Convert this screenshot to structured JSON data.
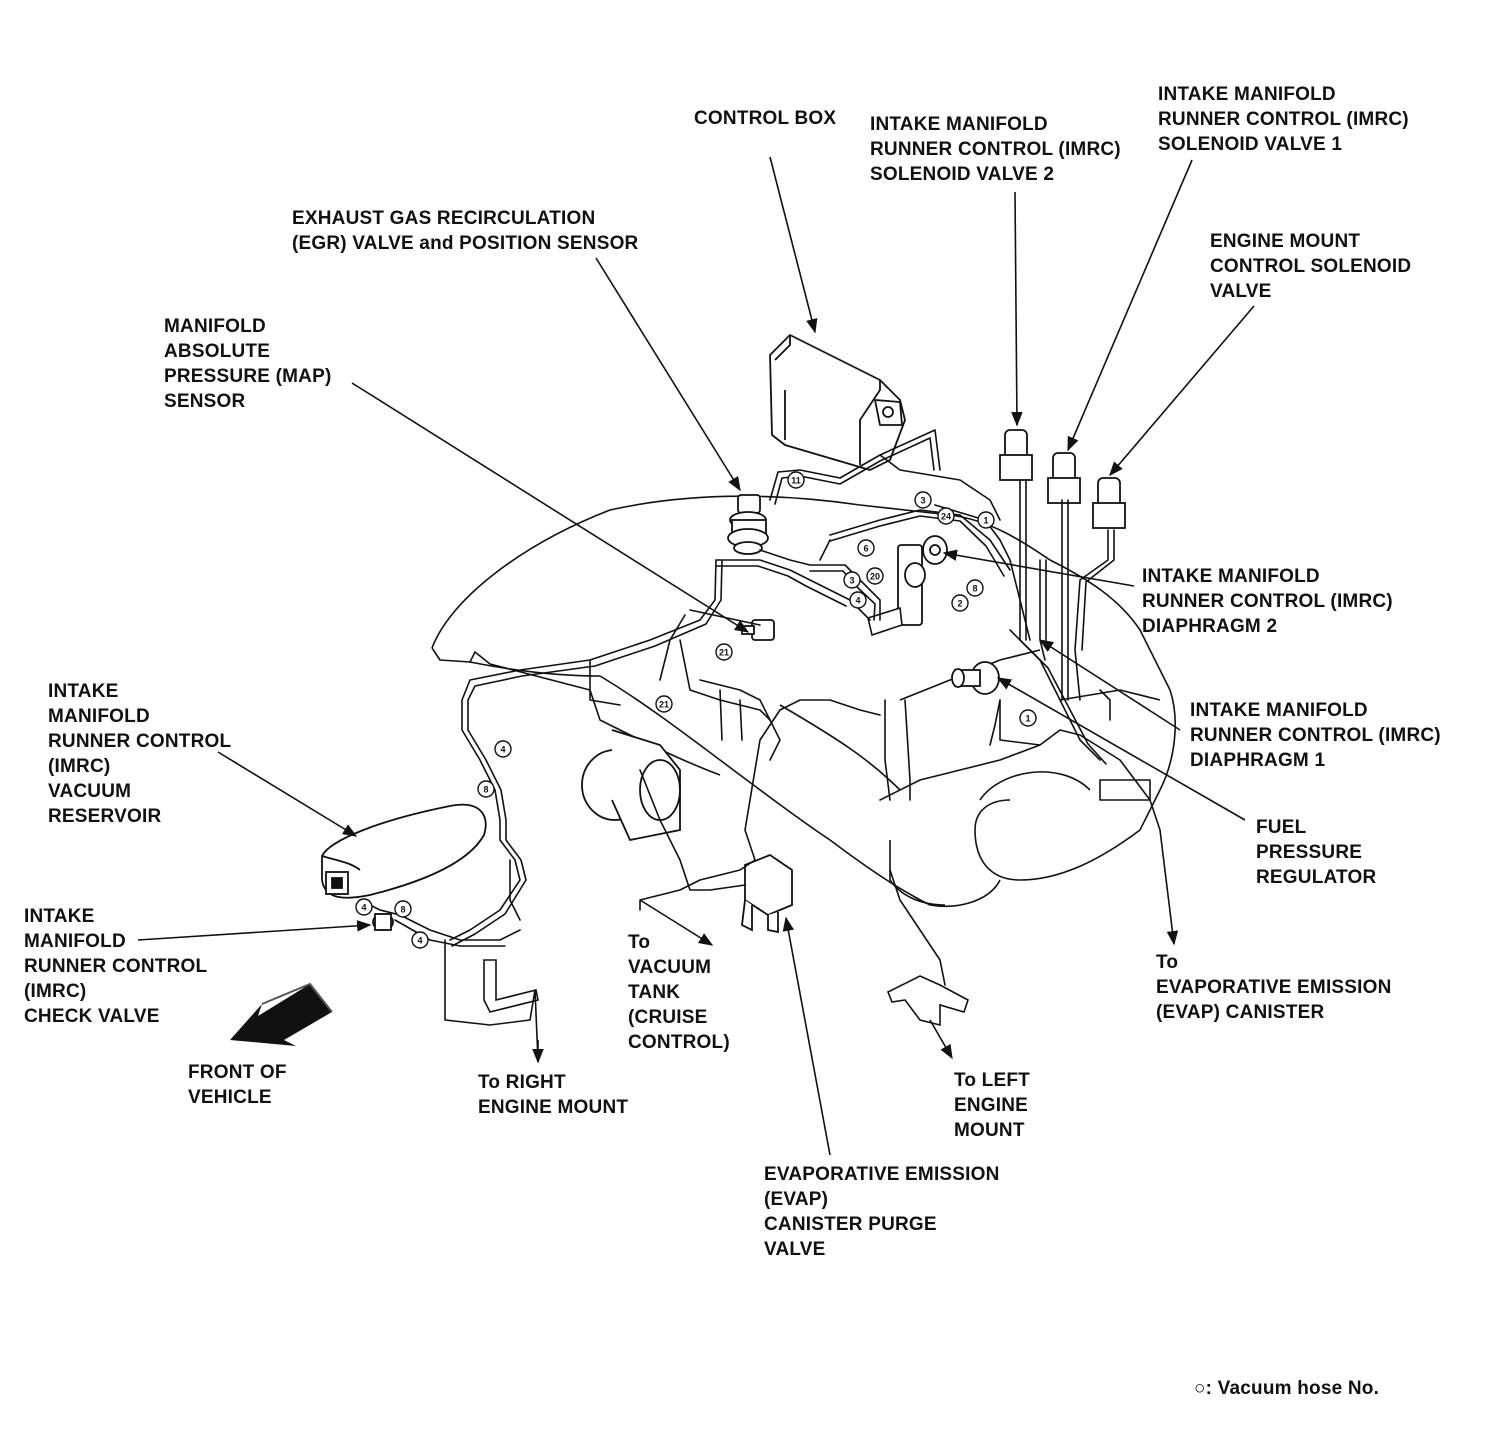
{
  "labels": {
    "control_box": "CONTROL BOX",
    "imrc_solenoid_2": "INTAKE MANIFOLD\nRUNNER CONTROL (IMRC)\nSOLENOID VALVE 2",
    "imrc_solenoid_1": "INTAKE MANIFOLD\nRUNNER CONTROL (IMRC)\nSOLENOID VALVE 1",
    "egr_valve": "EXHAUST GAS RECIRCULATION\n(EGR) VALVE and POSITION SENSOR",
    "engine_mount_solenoid": "ENGINE MOUNT\nCONTROL SOLENOID\nVALVE",
    "map_sensor": "MANIFOLD\nABSOLUTE\nPRESSURE (MAP)\nSENSOR",
    "imrc_diaphragm_2": "INTAKE MANIFOLD\nRUNNER CONTROL (IMRC)\nDIAPHRAGM 2",
    "imrc_reservoir": "INTAKE\nMANIFOLD\nRUNNER CONTROL\n(IMRC)\nVACUUM\nRESERVOIR",
    "imrc_diaphragm_1": "INTAKE MANIFOLD\nRUNNER CONTROL (IMRC)\nDIAPHRAGM 1",
    "fuel_pressure_regulator": "FUEL\nPRESSURE\nREGULATOR",
    "imrc_check_valve": "INTAKE\nMANIFOLD\nRUNNER CONTROL\n(IMRC)\nCHECK VALVE",
    "to_vacuum_tank": "To\nVACUUM\nTANK\n(CRUISE\nCONTROL)",
    "to_evap_canister": "To\nEVAPORATIVE EMISSION\n(EVAP) CANISTER",
    "front_of_vehicle": "FRONT OF\nVEHICLE",
    "to_right_engine_mount": "To RIGHT\nENGINE MOUNT",
    "to_left_engine_mount": "To LEFT\nENGINE\nMOUNT",
    "evap_purge_valve": "EVAPORATIVE EMISSION\n(EVAP)\nCANISTER PURGE\nVALVE",
    "legend": "○: Vacuum hose No."
  },
  "hose_numbers": [
    "11",
    "3",
    "1",
    "24",
    "6",
    "3",
    "20",
    "4",
    "2",
    "8",
    "1",
    "21",
    "21",
    "4",
    "8",
    "4",
    "8",
    "4"
  ],
  "colors": {
    "ink": "#111111",
    "paper": "#ffffff"
  }
}
